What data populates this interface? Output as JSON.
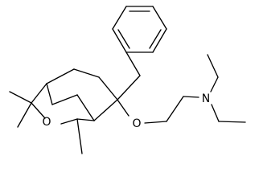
{
  "molecule": {
    "atoms": {
      "o_ring": "O",
      "o_ether": "O",
      "n_amine": "N"
    },
    "colors": {
      "bond": "#000000",
      "label": "#000000",
      "background": "#ffffff"
    }
  }
}
